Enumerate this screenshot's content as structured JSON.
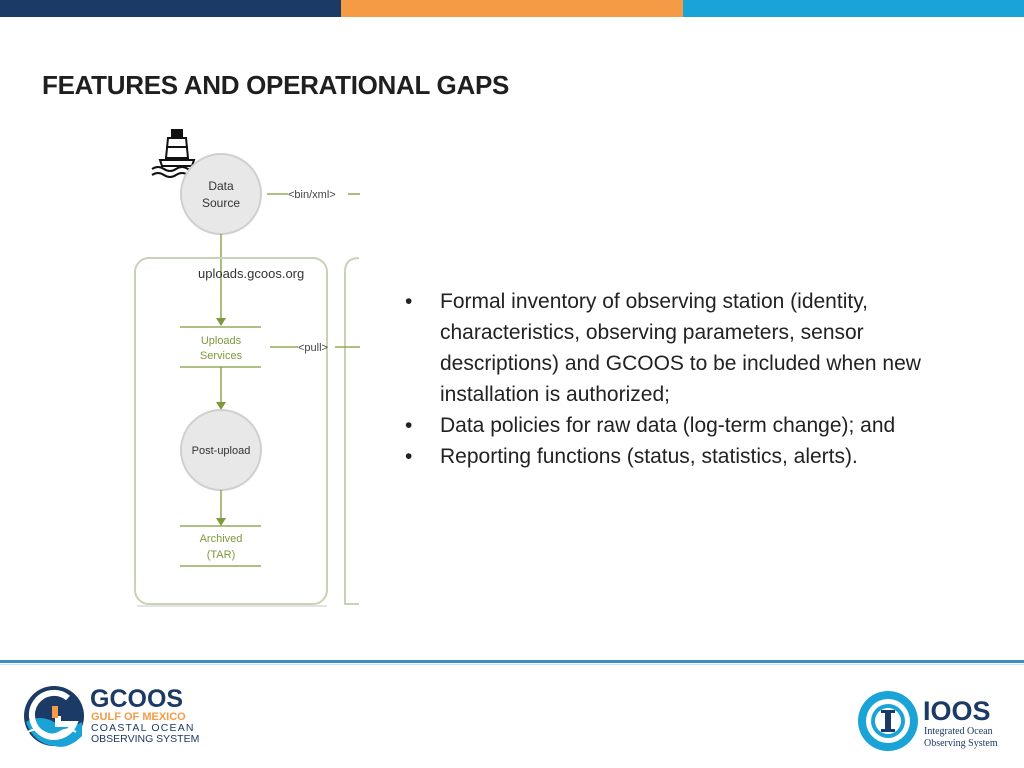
{
  "colors": {
    "bar_navy": "#1c3a66",
    "bar_orange": "#f59a45",
    "bar_blue": "#1aa3d6",
    "accent_green": "#7d9a3b",
    "footer_line": "#3a8fc9"
  },
  "slide": {
    "title": "FEATURES AND OPERATIONAL GAPS"
  },
  "diagram": {
    "buoy_icon": "buoy-icon",
    "data_source_line1": "Data",
    "data_source_line2": "Source",
    "bin_xml_label": "<bin/xml>",
    "uploads_domain": "uploads.gcoos.org",
    "uploads_services_line1": "Uploads",
    "uploads_services_line2": "Services",
    "pull_label": "<pull>",
    "post_upload": "Post-upload",
    "archived_line1": "Archived",
    "archived_line2": "(TAR)"
  },
  "bullets": [
    "Formal inventory of observing station (identity, characteristics, observing parameters, sensor descriptions) and GCOOS to be included when new installation is authorized;",
    "Data policies for raw data (log-term change); and",
    "Reporting functions (status, statistics, alerts)."
  ],
  "bullet_symbol": "•",
  "logos": {
    "gcoos_name": "GCOOS",
    "gcoos_line1": "GULF OF MEXICO",
    "gcoos_line2": "COASTAL OCEAN",
    "gcoos_line3": "OBSERVING SYSTEM",
    "ioos_name": "IOOS",
    "ioos_line1": "Integrated Ocean",
    "ioos_line2": "Observing System"
  }
}
